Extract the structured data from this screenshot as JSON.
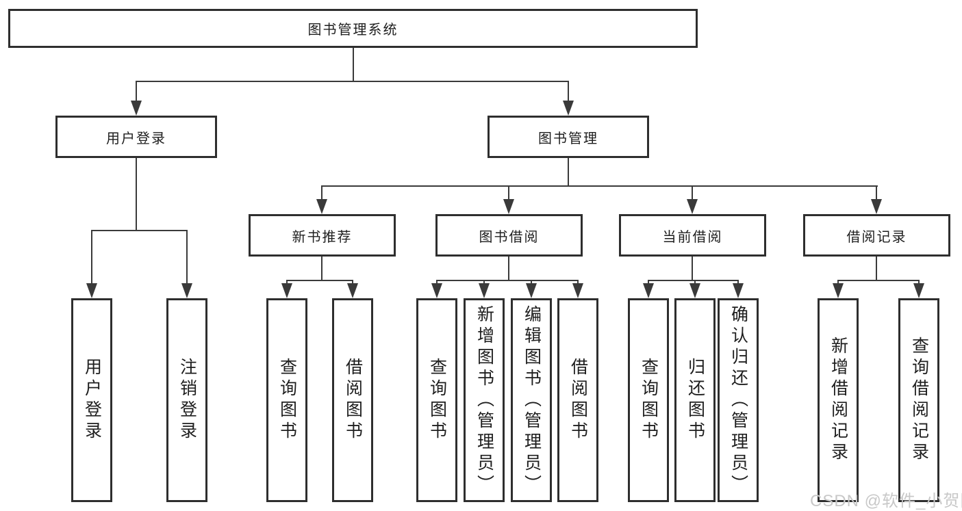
{
  "diagram": {
    "root": {
      "label": "图书管理系统"
    },
    "level2": [
      {
        "label": "用户登录"
      },
      {
        "label": "图书管理"
      }
    ],
    "level3": [
      {
        "label": "新书推荐"
      },
      {
        "label": "图书借阅"
      },
      {
        "label": "当前借阅"
      },
      {
        "label": "借阅记录"
      }
    ],
    "leaves": {
      "user_login": [
        "用户登录",
        "注销登录"
      ],
      "new_book_recommend": [
        "查询图书",
        "借阅图书"
      ],
      "book_borrow": [
        "查询图书",
        "新增图书（管理员）",
        "编辑图书（管理员）",
        "借阅图书"
      ],
      "current_borrow": [
        "查询图书",
        "归还图书",
        "确认归还（管理员）"
      ],
      "borrow_record": [
        "新增借阅记录",
        "查询借阅记录"
      ]
    }
  },
  "watermark": {
    "text": "CSDN @软件_小贺同学"
  },
  "colors": {
    "line": "#3a3a3a",
    "box_border": "#2e2e2e",
    "text": "#1e1e1e",
    "watermark": "#c8c8c8",
    "background": "#ffffff"
  }
}
